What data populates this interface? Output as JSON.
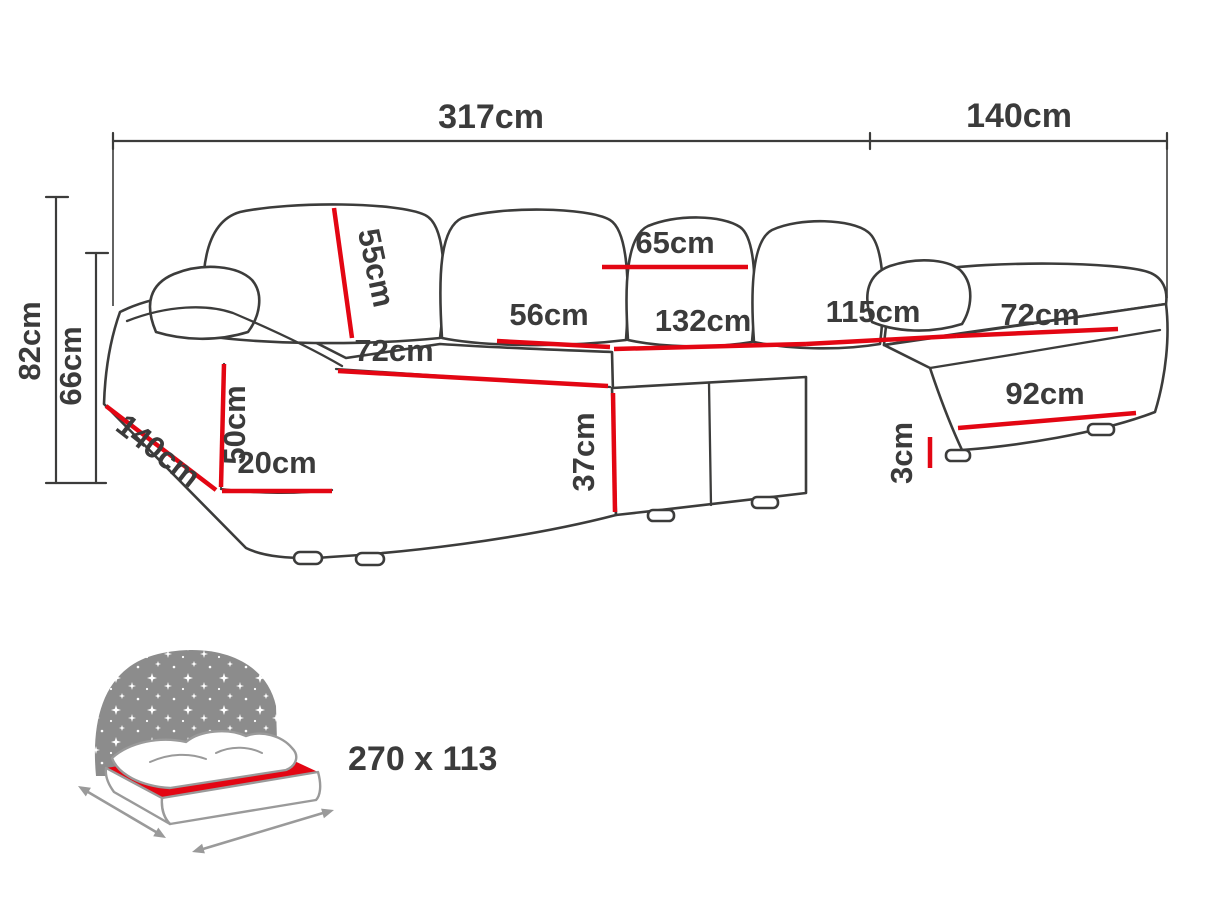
{
  "page": {
    "background": "#ffffff"
  },
  "diagram": {
    "subject": "U-shaped corner sofa bed dimension drawing",
    "colors": {
      "dimension_line": "#e30613",
      "outline": "#3c3c3b",
      "text": "#3b3b3b",
      "headboard_gray": "#8c8c8c"
    },
    "labels": {
      "total_width": "317cm",
      "right_side_depth": "140cm",
      "total_height": "82cm",
      "backrest_height": "66cm",
      "back_cushion_height": "55cm",
      "back_cushion_width": "65cm",
      "seat_depth": "56cm",
      "middle_seat_width": "132cm",
      "right_seat_width": "115cm",
      "right_chaise_width": "72cm",
      "left_seat_width": "72cm",
      "armrest_height": "50cm",
      "left_chaise_depth": "140cm",
      "armrest_width": "20cm",
      "seat_height": "37cm",
      "right_chaise_length": "92cm",
      "leg_height": "3cm"
    },
    "sleeping_area": {
      "size_label": "270 x 113"
    }
  }
}
